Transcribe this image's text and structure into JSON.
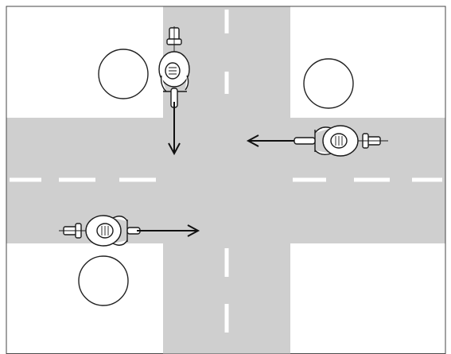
{
  "scene": {
    "description_free": true,
    "markers": [
      {
        "id": "marker-top-left",
        "label": ""
      },
      {
        "id": "marker-top-right",
        "label": ""
      },
      {
        "id": "marker-bottom-left",
        "label": ""
      }
    ],
    "riders": [
      {
        "id": "rider-north",
        "heading": "south"
      },
      {
        "id": "rider-east",
        "heading": "west"
      },
      {
        "id": "rider-west",
        "heading": "east"
      }
    ],
    "colors": {
      "road": "#cfcfcf",
      "lane_marking": "#ffffff",
      "outline": "#111111",
      "background": "#ffffff"
    }
  }
}
